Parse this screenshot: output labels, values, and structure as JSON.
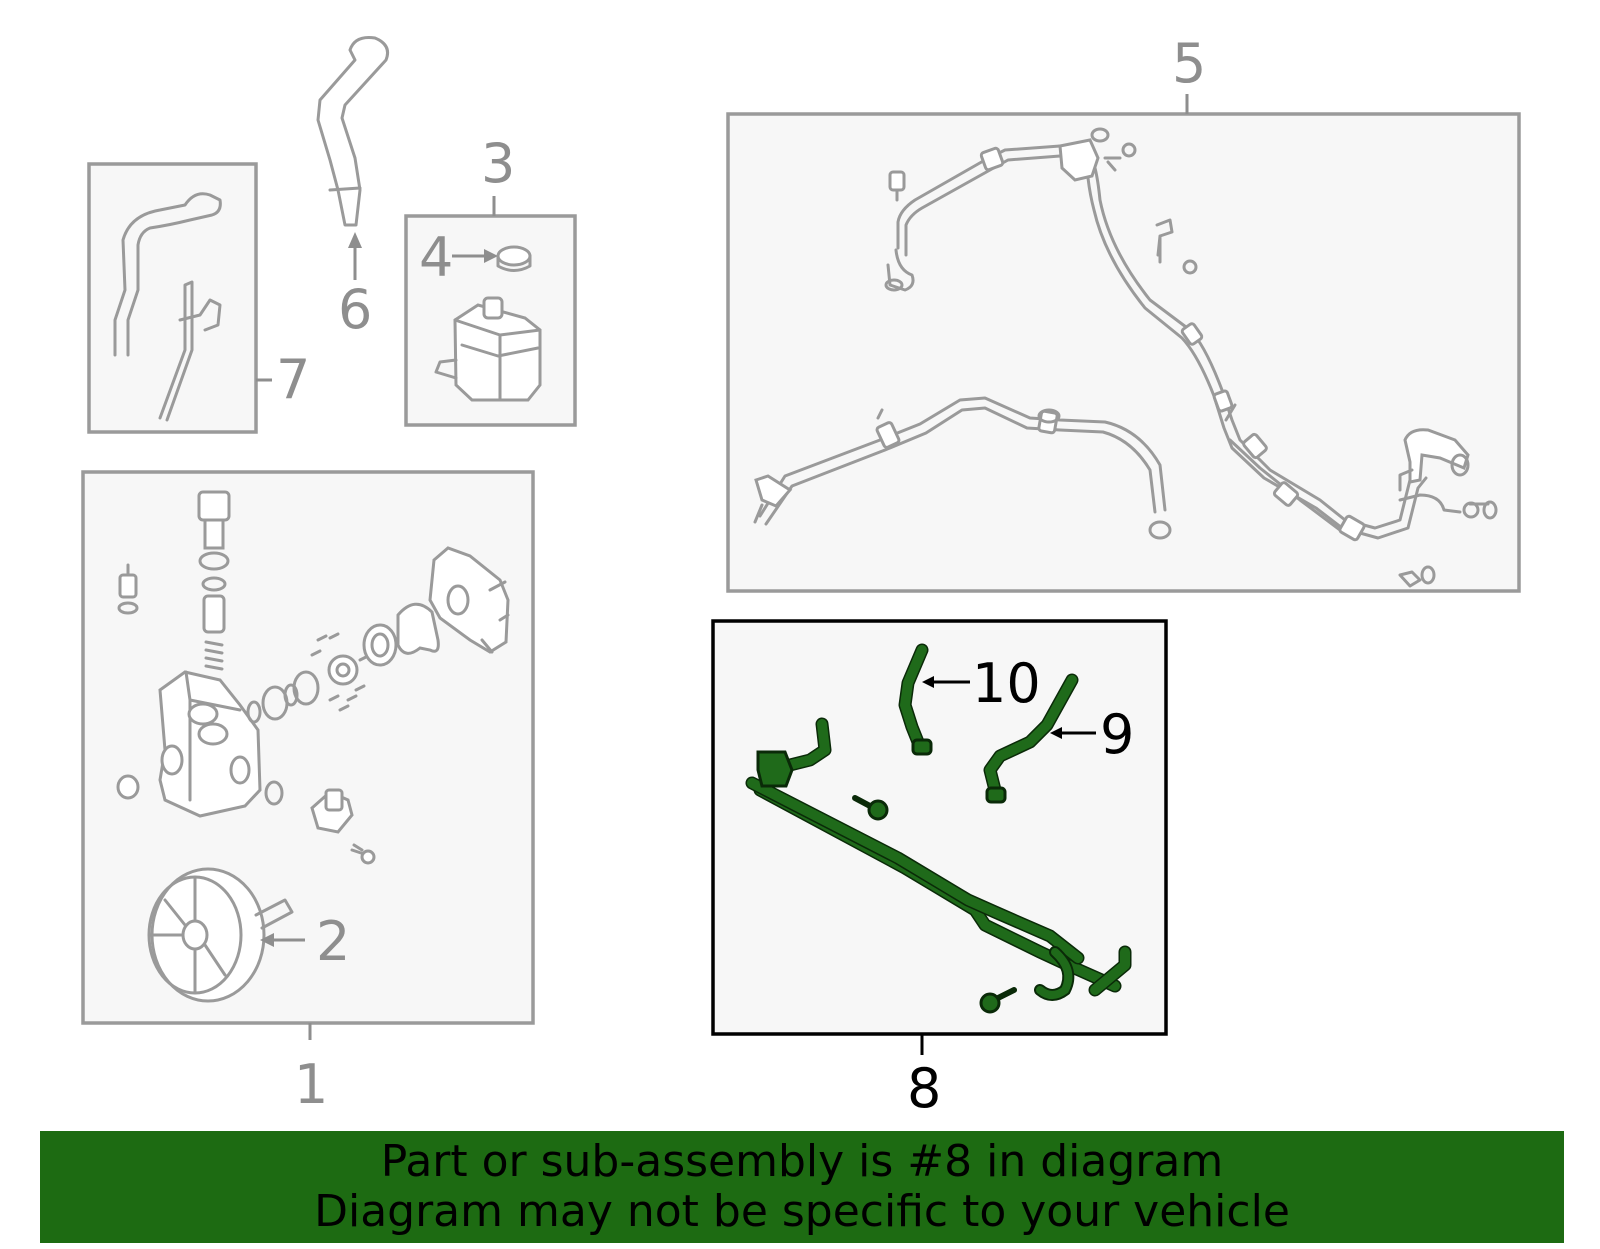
{
  "callouts": {
    "c1": "1",
    "c2": "2",
    "c3": "3",
    "c4": "4",
    "c5": "5",
    "c6": "6",
    "c7": "7",
    "c8": "8",
    "c9": "9",
    "c10": "10"
  },
  "highlight_color": "#1d6b12",
  "banner": {
    "line1": "Part or sub-assembly is #8 in diagram",
    "line2": "Diagram may not be specific to your vehicle"
  }
}
